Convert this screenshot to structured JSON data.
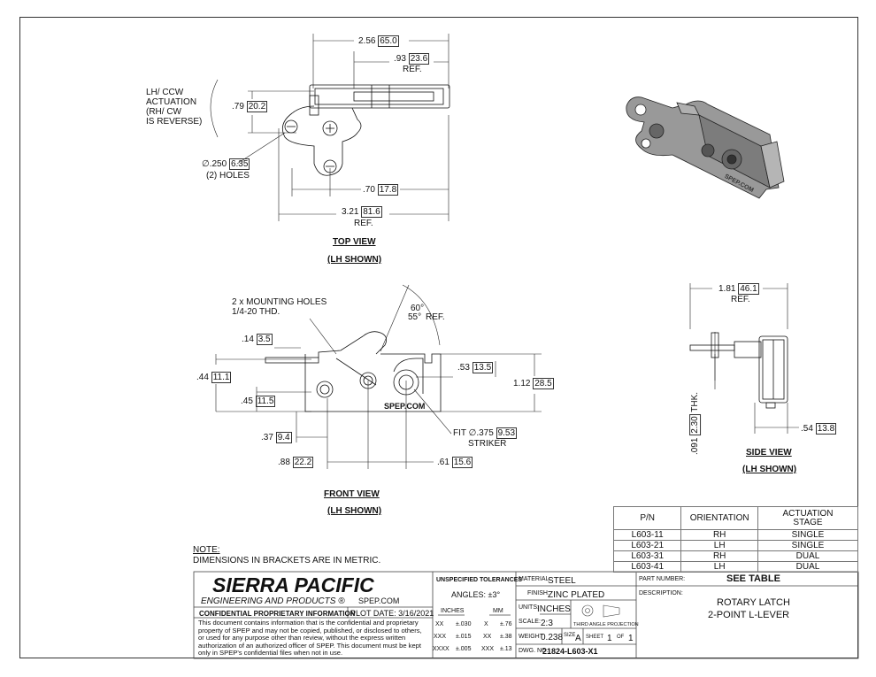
{
  "top_view": {
    "dim_overall": "2.56",
    "dim_overall_mm": "65.0",
    "dim_ref1": ".93",
    "dim_ref1_mm": "23.6",
    "ref1": "REF.",
    "dim_height": ".79",
    "dim_height_mm": "20.2",
    "actuation_l1": "LH/ CCW",
    "actuation_l2": "ACTUATION",
    "actuation_l3": "(RH/ CW",
    "actuation_l4": "IS REVERSE)",
    "hole_dia": "∅.250",
    "hole_dia_mm": "6.35",
    "hole_note": "(2) HOLES",
    "dim_hole": ".70",
    "dim_hole_mm": "17.8",
    "dim_total": "3.21",
    "dim_total_mm": "81.6",
    "ref2": "REF.",
    "title": "TOP VIEW",
    "subtitle": "(LH SHOWN)"
  },
  "front_view": {
    "mount_l1": "2 x MOUNTING HOLES",
    "mount_l2": "1/4-20 THD.",
    "angle1": "60°",
    "angle2": "55°",
    "angle_ref": "REF.",
    "dim_a": ".14",
    "dim_a_mm": "3.5",
    "dim_b": ".44",
    "dim_b_mm": "11.1",
    "dim_c": ".45",
    "dim_c_mm": "11.5",
    "dim_d": ".53",
    "dim_d_mm": "13.5",
    "dim_e": "1.12",
    "dim_e_mm": "28.5",
    "brand": "SPEP.COM",
    "fit_l1": "FIT",
    "fit_dia": "∅.375",
    "fit_dia_mm": "9.53",
    "fit_l2": "STRIKER",
    "dim_f": ".37",
    "dim_f_mm": "9.4",
    "dim_g": ".88",
    "dim_g_mm": "22.2",
    "dim_h": ".61",
    "dim_h_mm": "15.6",
    "title": "FRONT VIEW",
    "subtitle": "(LH SHOWN)"
  },
  "side_view": {
    "dim_w": "1.81",
    "dim_w_mm": "46.1",
    "ref": "REF.",
    "thk": ".091",
    "thk_mm": "2.30",
    "thk_label": "THK.",
    "dim_x": ".54",
    "dim_x_mm": "13.8",
    "title": "SIDE VIEW",
    "subtitle": "(LH SHOWN)"
  },
  "iso_brand": "SPEP.COM",
  "note_title": "NOTE:",
  "note_text": "DIMENSIONS IN BRACKETS ARE IN METRIC.",
  "part_table": {
    "headers": [
      "P/N",
      "ORIENTATION",
      "ACTUATION STAGE"
    ],
    "rows": [
      [
        "L603-11",
        "RH",
        "SINGLE"
      ],
      [
        "L603-21",
        "LH",
        "SINGLE"
      ],
      [
        "L603-31",
        "RH",
        "DUAL"
      ],
      [
        "L603-41",
        "LH",
        "DUAL"
      ]
    ]
  },
  "title_block": {
    "company": "SIERRA PACIFIC",
    "company_sub": "ENGINEERING AND PRODUCTS",
    "reg": "®",
    "website": "SPEP.COM",
    "confidential_title": "CONFIDENTIAL PROPRIETARY INFORMATION",
    "plot_date": "PLOT DATE:  3/16/2021",
    "confidential_text": "This document contains information that is the confidential and proprietary property of SPEP and may not be copied, published, or disclosed to others, or used for any purpose  other than review, without the express written authorization of an authorized officer of SPEP. This document must be kept only in SPEP's confidential files when not in use.",
    "tol_title": "UNSPECIFIED TOLERANCES",
    "tol_angles": "ANGLES: ±3°",
    "tol_inches": "INCHES",
    "tol_mm": "MM",
    "tol_rows": [
      [
        "XX",
        "±.030",
        "X",
        "±.76"
      ],
      [
        "XXX",
        "±.015",
        "XX",
        "±.38"
      ],
      [
        "XXXX",
        "±.005",
        "XXX",
        "±.13"
      ]
    ],
    "material_label": "MATERIAL:",
    "material": "STEEL",
    "finish_label": "FINISH:",
    "finish": "ZINC PLATED",
    "units_label": "UNITS:",
    "units": "INCHES",
    "scale_label": "SCALE:",
    "scale": "2:3",
    "projection": "THIRD ANGLE PROJECTION",
    "weight_label": "WEIGHT",
    "weight": "0.238",
    "size_label": "SIZE",
    "size": "A",
    "sheet_label": "SHEET",
    "sheet": "1",
    "of_label": "OF",
    "sheets": "1",
    "dwg_label": "DWG. NO.",
    "dwg_no": "21824-L603-X1",
    "part_number_label": "PART NUMBER:",
    "part_number": "SEE TABLE",
    "description_label": "DESCRIPTION:",
    "description_l1": "ROTARY LATCH",
    "description_l2": "2-POINT L-LEVER"
  }
}
